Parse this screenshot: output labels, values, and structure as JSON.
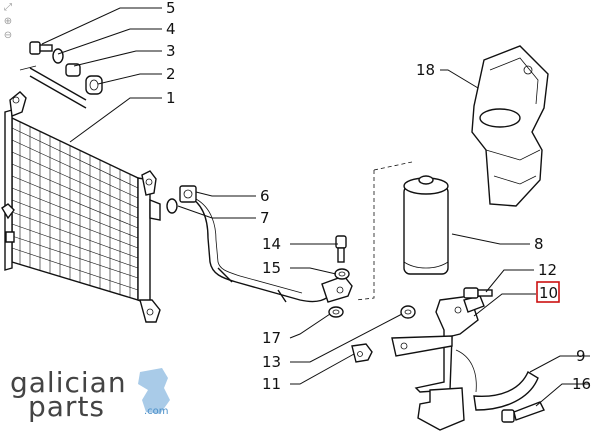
{
  "viewer": {
    "tools": [
      {
        "name": "fit-icon",
        "glyph": "⤢"
      },
      {
        "name": "zoom-in-icon",
        "glyph": "⊕"
      },
      {
        "name": "zoom-out-icon",
        "glyph": "⊖"
      }
    ]
  },
  "callouts": [
    {
      "id": "c5",
      "label": "5"
    },
    {
      "id": "c4",
      "label": "4"
    },
    {
      "id": "c3",
      "label": "3"
    },
    {
      "id": "c2",
      "label": "2"
    },
    {
      "id": "c1",
      "label": "1"
    },
    {
      "id": "c18",
      "label": "18"
    },
    {
      "id": "c6",
      "label": "6"
    },
    {
      "id": "c7",
      "label": "7"
    },
    {
      "id": "c14",
      "label": "14"
    },
    {
      "id": "c15",
      "label": "15"
    },
    {
      "id": "c8",
      "label": "8"
    },
    {
      "id": "c12",
      "label": "12"
    },
    {
      "id": "c10",
      "label": "10"
    },
    {
      "id": "c17",
      "label": "17"
    },
    {
      "id": "c13",
      "label": "13"
    },
    {
      "id": "c11",
      "label": "11"
    },
    {
      "id": "c9",
      "label": "9"
    },
    {
      "id": "c16",
      "label": "16"
    }
  ],
  "highlight": {
    "label": "10",
    "color": "#cc1111"
  },
  "logo": {
    "word1": "galician",
    "word2": "parts",
    "tld": ".com",
    "accent": "#4a8fc9"
  }
}
